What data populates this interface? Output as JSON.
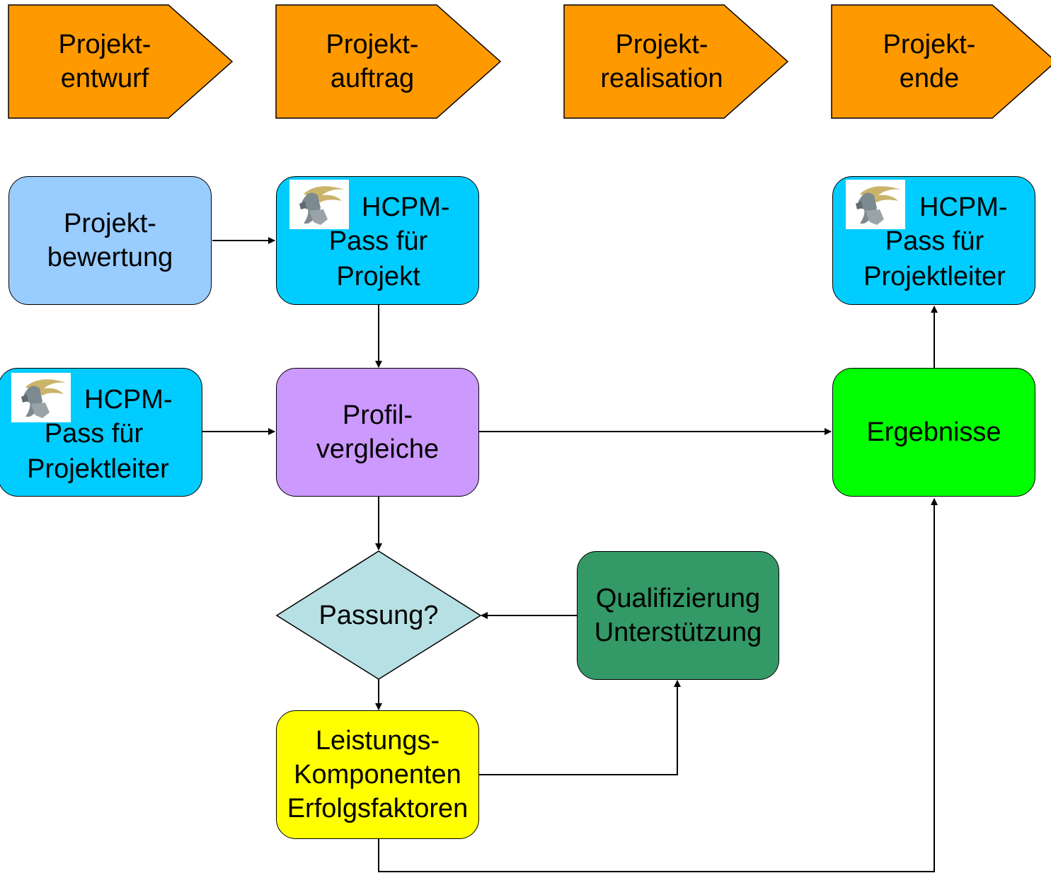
{
  "phases": [
    {
      "line1": "Projekt-",
      "line2": "entwurf"
    },
    {
      "line1": "Projekt-",
      "line2": "auftrag"
    },
    {
      "line1": "Projekt-",
      "line2": "realisation"
    },
    {
      "line1": "Projekt-",
      "line2": "ende"
    }
  ],
  "nodes": {
    "projektbewertung": {
      "line1": "Projekt-",
      "line2": "bewertung"
    },
    "pass_projekt": {
      "head": "HCPM-",
      "line1": "Pass für",
      "line2": "Projekt"
    },
    "pass_leiter_left": {
      "head": "HCPM-",
      "line1": "Pass für",
      "line2": "Projektleiter"
    },
    "pass_leiter_right": {
      "head": "HCPM-",
      "line1": "Pass für",
      "line2": "Projektleiter"
    },
    "profilvergleiche": {
      "line1": "Profil-",
      "line2": "vergleiche"
    },
    "ergebnisse": {
      "line1": "Ergebnisse"
    },
    "passung": {
      "line1": "Passung?"
    },
    "qualifizierung": {
      "line1": "Qualifizierung",
      "line2": "Unterstützung"
    },
    "leistung": {
      "line1": "Leistungs-",
      "line2": "Komponenten",
      "line3": "Erfolgsfaktoren"
    }
  },
  "colors": {
    "phase": "#FF9900",
    "projektbewertung": "#99CCFF",
    "pass": "#00CCFF",
    "profilvergleiche": "#CC99FF",
    "ergebnisse": "#00FF00",
    "passung": "#B7E0E4",
    "qualifizierung": "#339966",
    "leistung": "#FFFF00"
  },
  "icons": {
    "logo": "lion-logo-icon"
  }
}
